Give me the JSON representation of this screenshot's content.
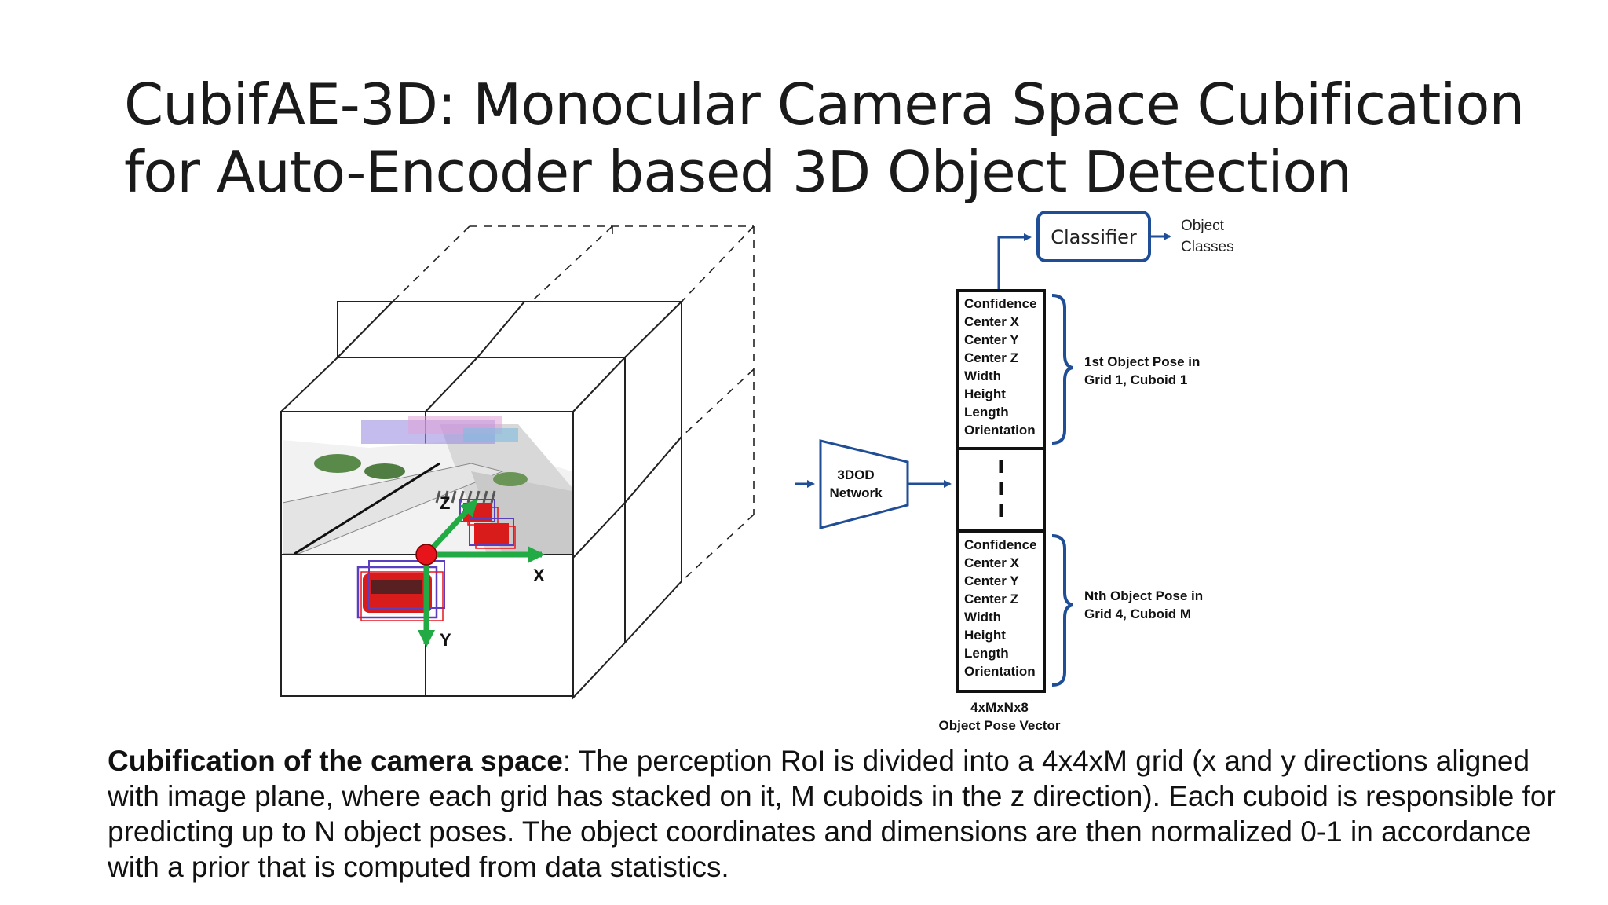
{
  "slide": {
    "title_line1": "CubifAE-3D: Monocular Camera Space Cubification",
    "title_line2": "for Auto-Encoder based 3D Object Detection"
  },
  "axes": {
    "x": "X",
    "y": "Y",
    "z": "Z"
  },
  "network": {
    "line1": "3DOD",
    "line2": "Network"
  },
  "classifier": {
    "label": "Classifier",
    "out_line1": "Object",
    "out_line2": "Classes"
  },
  "vector": {
    "fields": [
      "Confidence",
      "Center X",
      "Center Y",
      "Center Z",
      "Width",
      "Height",
      "Length",
      "Orientation"
    ],
    "first_label_line1": "1st Object Pose in",
    "first_label_line2": "Grid 1, Cuboid  1",
    "last_label_line1": "Nth Object Pose in",
    "last_label_line2": "Grid 4, Cuboid  M",
    "dims": "4xMxNx8",
    "name": "Object Pose Vector"
  },
  "caption": {
    "bold": "Cubification of the camera space",
    "text": ": The perception RoI is divided into a 4x4xM grid (x and y directions aligned with image plane, where each grid has stacked on it, M cuboids in the z direction). Each cuboid is responsible for predicting up to N object poses. The object coordinates and dimensions are then normalized 0-1 in accordance with a prior that is computed from data statistics."
  },
  "colors": {
    "blue": "#1f4e96",
    "green": "#22aa44",
    "red": "#e8141c",
    "box": "#5a3fc0"
  }
}
